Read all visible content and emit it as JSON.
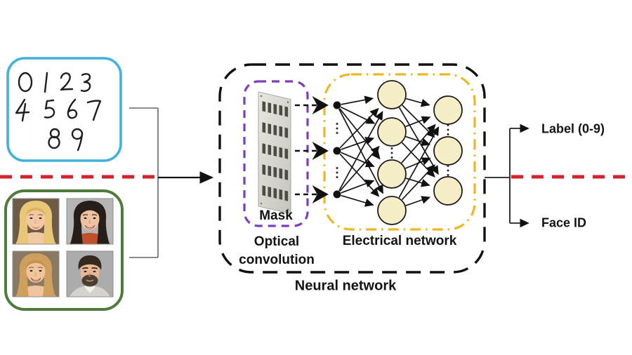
{
  "digits_panel": {
    "rows": [
      [
        "0",
        "1",
        "2",
        "3"
      ],
      [
        "4",
        "5",
        "6",
        "7"
      ],
      [
        "8",
        "9"
      ]
    ]
  },
  "faces_panel": {
    "faces": [
      "blonde-woman",
      "brunette-woman",
      "blonde-woman-smiling",
      "bearded-man"
    ]
  },
  "network": {
    "input_nodes": 3,
    "hidden_nodes": 4,
    "output_nodes": 3
  },
  "labels": {
    "mask": "Mask",
    "optical_line1": "Optical",
    "optical_line2": "convolution",
    "electrical": "Electrical network",
    "neural": "Neural network",
    "output_top": "Label (0-9)",
    "output_bottom": "Face ID"
  },
  "colors": {
    "digits_border": "#41b1de",
    "faces_border": "#4f7c3c",
    "neural_border": "#111111",
    "mask_border": "#7b3ec1",
    "electrical_border": "#eeb71f",
    "divider": "#d5232e",
    "node_fill": "#f6eec6"
  }
}
